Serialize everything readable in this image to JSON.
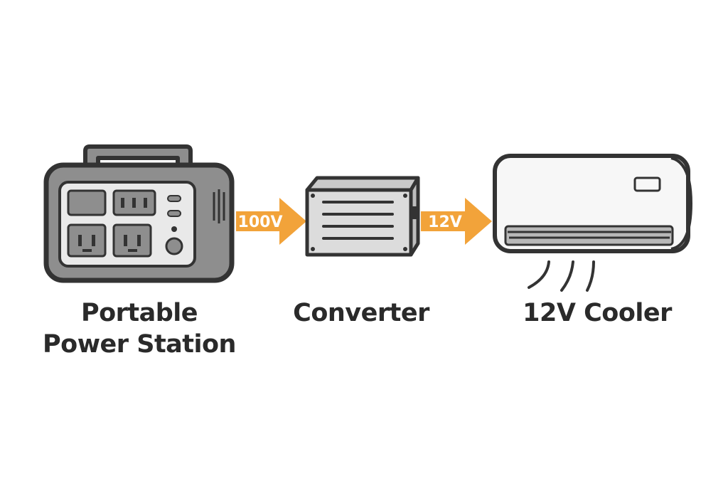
{
  "nodes": [
    {
      "id": "power-station",
      "label_lines": [
        "Portable",
        "Power Station"
      ],
      "icon": "portable-power-station-icon"
    },
    {
      "id": "converter",
      "label_lines": [
        "Converter"
      ],
      "icon": "converter-box-icon"
    },
    {
      "id": "cooler",
      "label_lines": [
        "12V Cooler"
      ],
      "icon": "air-conditioner-icon"
    }
  ],
  "edges": [
    {
      "from": "power-station",
      "to": "converter",
      "label": "100V"
    },
    {
      "from": "converter",
      "to": "cooler",
      "label": "12V"
    }
  ],
  "colors": {
    "arrow": "#F2A33A",
    "outline": "#333333",
    "device_body": "#8E8E8E",
    "panel": "#E9E9E9",
    "converter_body": "#DCDCDC",
    "cooler_body": "#F7F7F7",
    "text": "#2A2A2A"
  }
}
